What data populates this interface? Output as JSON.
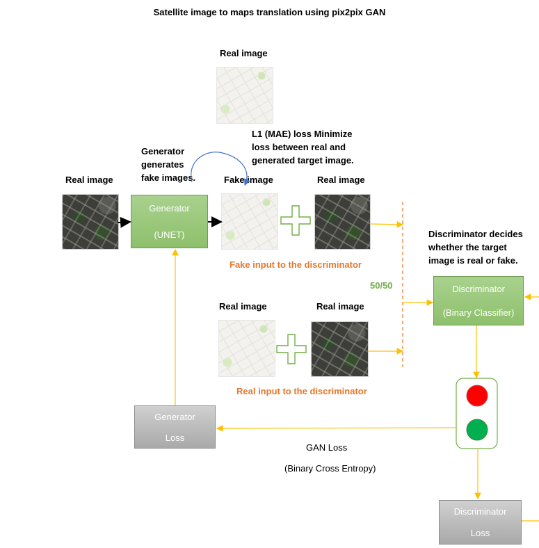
{
  "title": "Satellite image to maps translation using pix2pix GAN",
  "labels": {
    "real_image": "Real image",
    "fake_image": "Fake image"
  },
  "notes": {
    "l1_loss": "L1 (MAE) loss Minimize loss between real and generated target image.",
    "generator_generates": "Generator generates fake images.",
    "discriminator_decides": "Discriminator decides whether the target image is real or fake.",
    "fake_input": "Fake input to the discriminator",
    "real_input": "Real input to the discriminator",
    "ratio": "50/50",
    "gan_loss": "GAN Loss",
    "bce": "(Binary Cross Entropy)"
  },
  "boxes": {
    "generator": {
      "line1": "Generator",
      "line2": "(UNET)"
    },
    "discriminator": {
      "line1": "Discriminator",
      "line2": "(Binary Classifier)"
    },
    "generator_loss": {
      "line1": "Generator",
      "line2": "Loss"
    },
    "discriminator_loss": {
      "line1": "Discriminator",
      "line2": "Loss"
    }
  },
  "colors": {
    "green_box": "#a9d18e",
    "gray_box": "#bfbfbf",
    "arrow_orange": "#ffc000",
    "text_orange": "#e8772a",
    "text_green": "#70ad47",
    "loop_blue": "#4472c4",
    "light_red": "#ff0000",
    "light_green": "#00b050"
  },
  "icons": [
    "plus-icon",
    "traffic-light-icon",
    "loop-arrow-icon"
  ]
}
